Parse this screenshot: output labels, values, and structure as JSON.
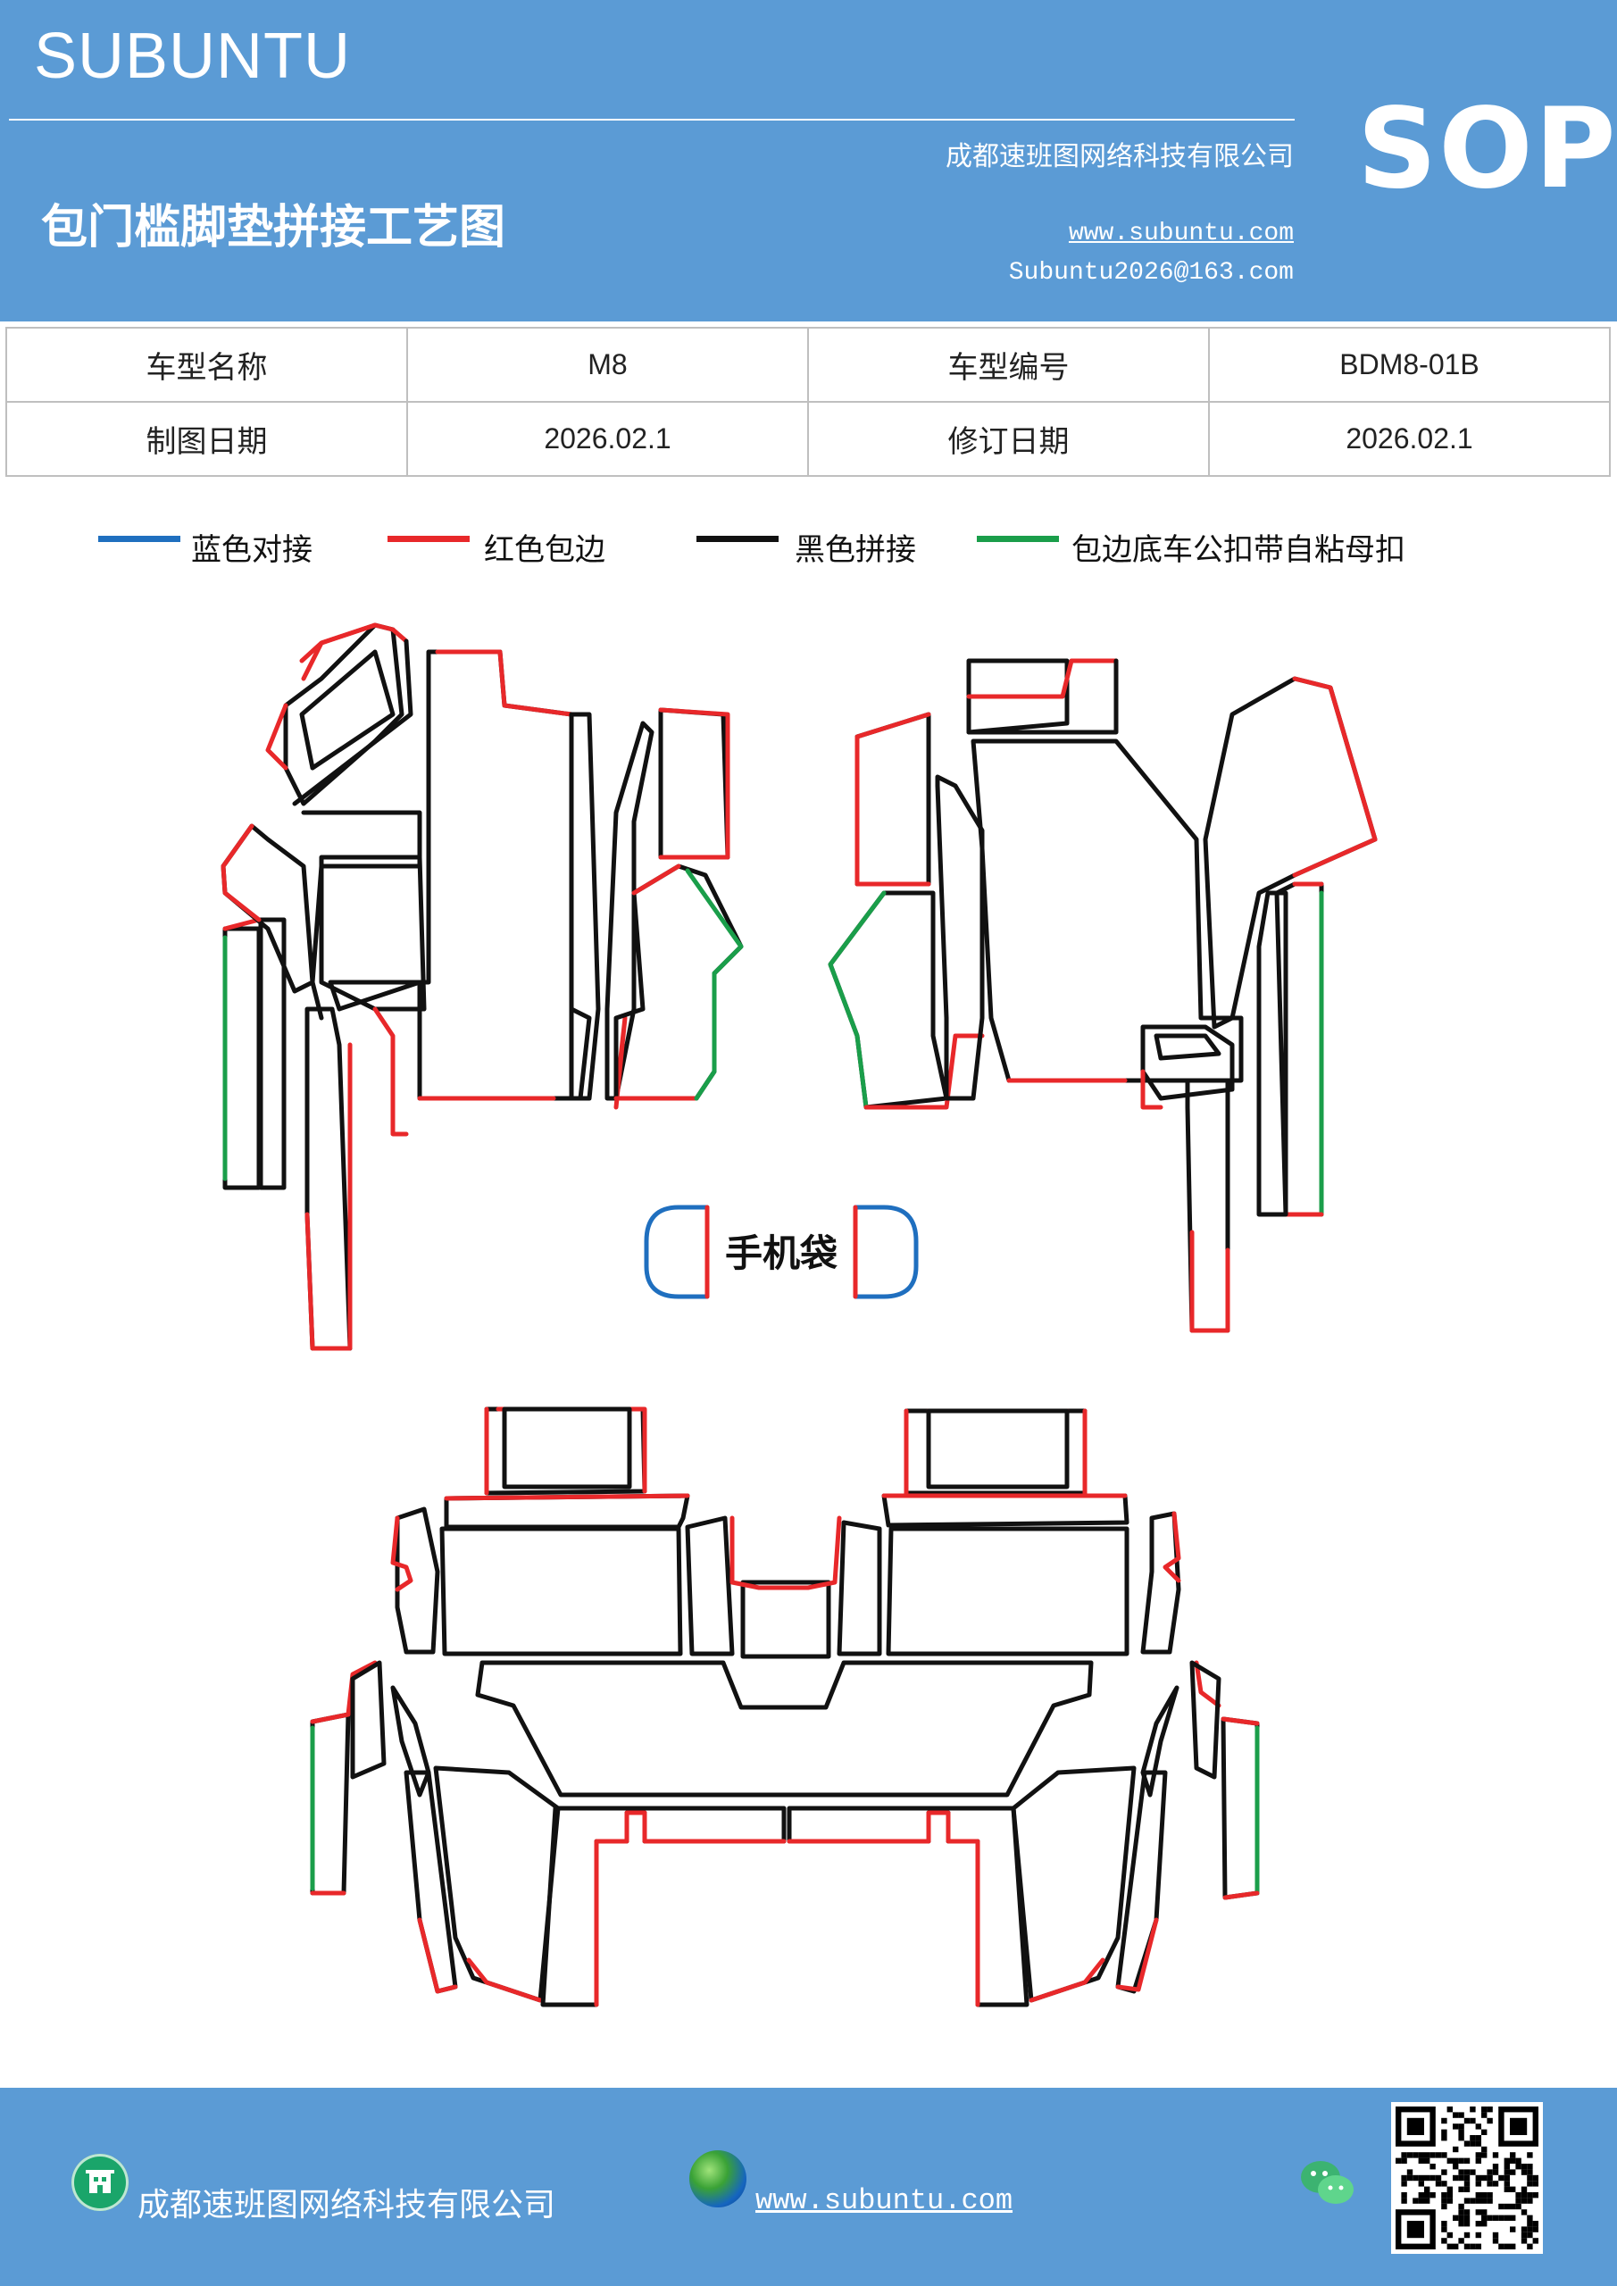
{
  "header": {
    "brand": "SUBUNTU",
    "company": "成都速班图网络科技有限公司",
    "title": "包门槛脚垫拼接工艺图",
    "url": "www.subuntu.com",
    "email": "Subuntu2026@163.com",
    "badge": "SOP",
    "background_color": "#5b9bd5"
  },
  "info_table": {
    "rows": [
      [
        "车型名称",
        "M8",
        "车型编号",
        "BDM8-01B"
      ],
      [
        "制图日期",
        "2026.02.1",
        "修订日期",
        "2026.02.1"
      ]
    ]
  },
  "legend": [
    {
      "label": "蓝色对接",
      "color": "#1f6fbf"
    },
    {
      "label": "红色包边",
      "color": "#e8282a"
    },
    {
      "label": "黑色拼接",
      "color": "#111111"
    },
    {
      "label": "包边底车公扣带自粘母扣",
      "color": "#1a9e4a"
    }
  ],
  "diagram": {
    "pocket_label": "手机袋"
  },
  "footer": {
    "company": "成都速班图网络科技有限公司",
    "url": "www.subuntu.com",
    "icons": [
      "building-icon",
      "globe-icon",
      "wechat-icon",
      "qr-code"
    ]
  }
}
